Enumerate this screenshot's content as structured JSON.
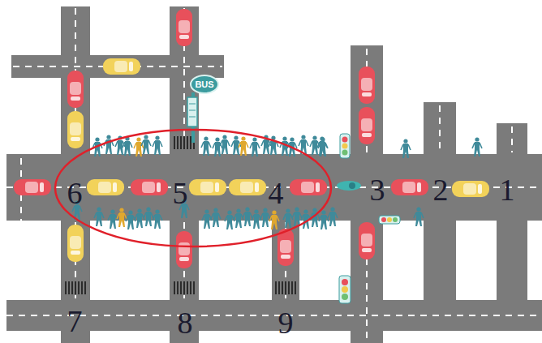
{
  "diagram": {
    "nodes": [
      {
        "text": [
          "BUS"
        ]
      }
    ],
    "labels": [
      "6",
      "5",
      "4",
      "3",
      "2",
      "1",
      "7",
      "8",
      "9"
    ]
  }
}
